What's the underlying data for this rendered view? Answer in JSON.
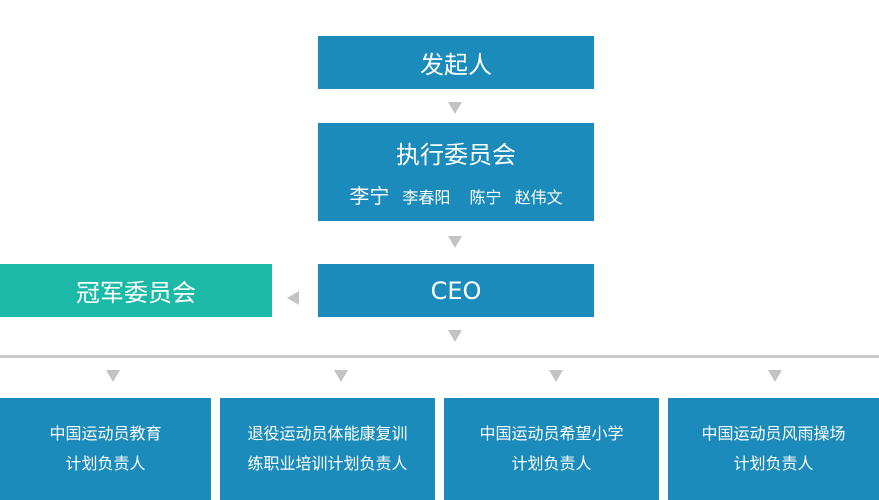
{
  "founder": "发起人",
  "executive_committee": {
    "title": "执行委员会",
    "members": [
      "李宁",
      "李春阳",
      "陈宁",
      "赵伟文"
    ]
  },
  "ceo": "CEO",
  "champion_committee": "冠军委员会",
  "leads": [
    {
      "line1": "中国运动员教育",
      "line2": "计划负责人"
    },
    {
      "line1": "退役运动员体能康复训",
      "line2": "练职业培训计划负责人"
    },
    {
      "line1": "中国运动员希望小学",
      "line2": "计划负责人"
    },
    {
      "line1": "中国运动员风雨操场",
      "line2": "计划负责人"
    }
  ],
  "colors": {
    "primary": "#1a8bba",
    "accent": "#1bb9a6",
    "connector": "#c3c3c3"
  }
}
